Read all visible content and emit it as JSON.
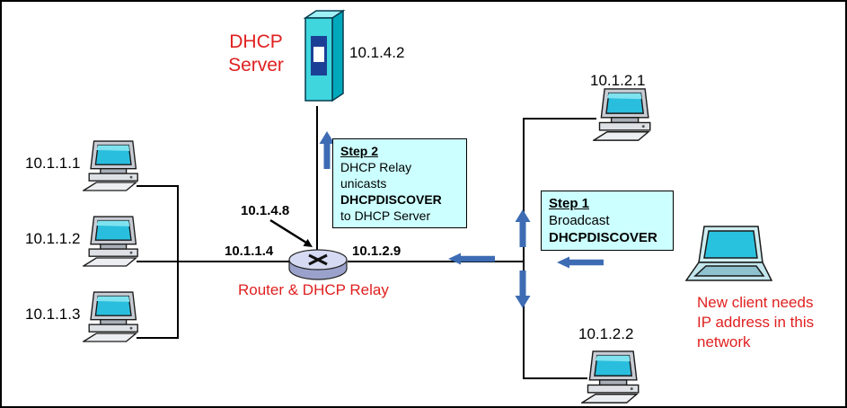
{
  "colors": {
    "red_label": "#e02020",
    "arrow_blue": "#3d6cb4",
    "note_bg": "#ccffff"
  },
  "server": {
    "label_line1": "DHCP",
    "label_line2": "Server",
    "ip": "10.1.4.2"
  },
  "router": {
    "label": "Router & DHCP Relay",
    "ip_uplink": "10.1.4.8",
    "ip_left_subnet": "10.1.1.4",
    "ip_right_subnet": "10.1.2.9"
  },
  "left_clients": [
    {
      "ip": "10.1.1.1"
    },
    {
      "ip": "10.1.1.2"
    },
    {
      "ip": "10.1.1.3"
    }
  ],
  "right_clients": [
    {
      "ip": "10.1.2.1"
    },
    {
      "ip": "10.1.2.2"
    }
  ],
  "new_client": {
    "note_line1": "New client needs",
    "note_line2": "IP address in this",
    "note_line3": "network"
  },
  "step1": {
    "title": "Step 1",
    "line1": "Broadcast",
    "line2": "DHCPDISCOVER"
  },
  "step2": {
    "title": "Step 2",
    "line1": "DHCP Relay",
    "line2": "unicasts",
    "line3": "DHCPDISCOVER",
    "line4": "to DHCP Server"
  }
}
